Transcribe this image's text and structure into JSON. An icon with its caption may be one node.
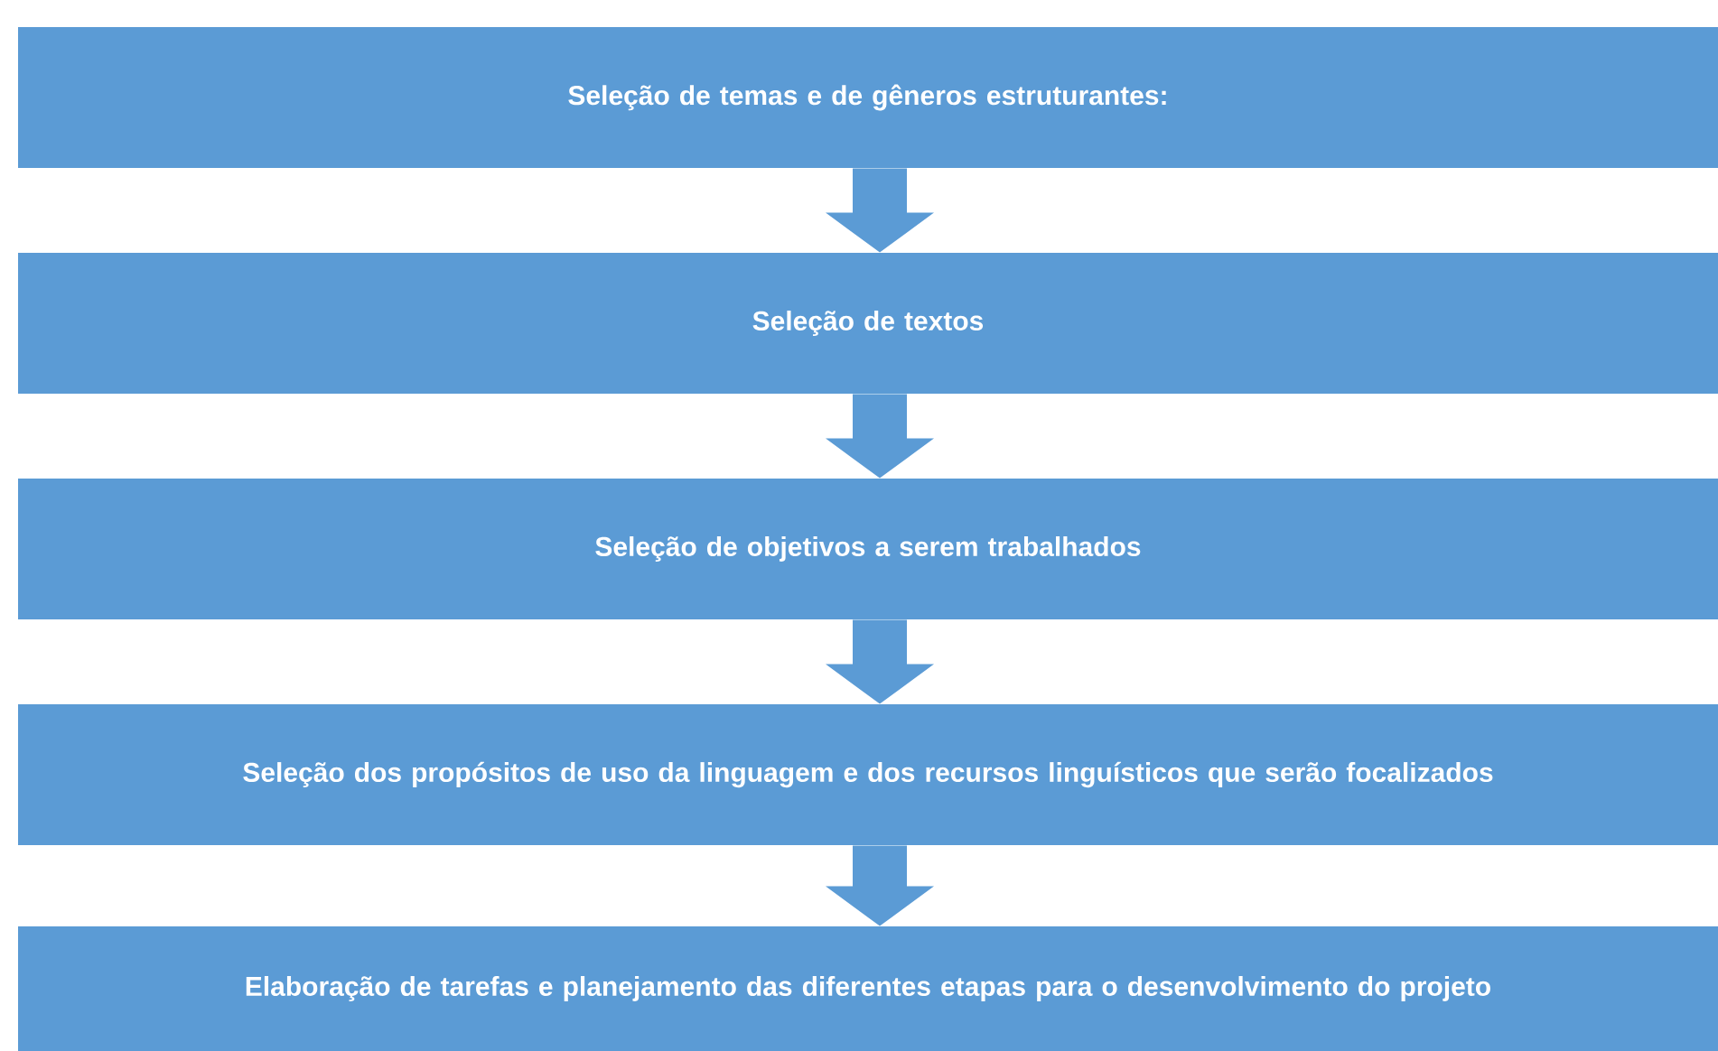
{
  "diagram": {
    "nodes": [
      {
        "text": [
          "Seleção de temas e de gêneros estruturantes:"
        ]
      },
      {
        "text": [
          "Seleção de textos"
        ]
      },
      {
        "text": [
          "Seleção de objetivos a serem trabalhados"
        ]
      },
      {
        "text": [
          "Seleção dos propósitos de uso da linguagem e dos recursos linguísticos que serão focalizados"
        ]
      },
      {
        "text": [
          "Elaboração de tarefas e planejamento das diferentes etapas para o desenvolvimento do projeto"
        ]
      }
    ],
    "edges": [
      {
        "from": 0,
        "to": 1,
        "arrow": "to"
      },
      {
        "from": 1,
        "to": 2,
        "arrow": "to"
      },
      {
        "from": 2,
        "to": 3,
        "arrow": "to"
      },
      {
        "from": 3,
        "to": 4,
        "arrow": "to"
      }
    ]
  }
}
